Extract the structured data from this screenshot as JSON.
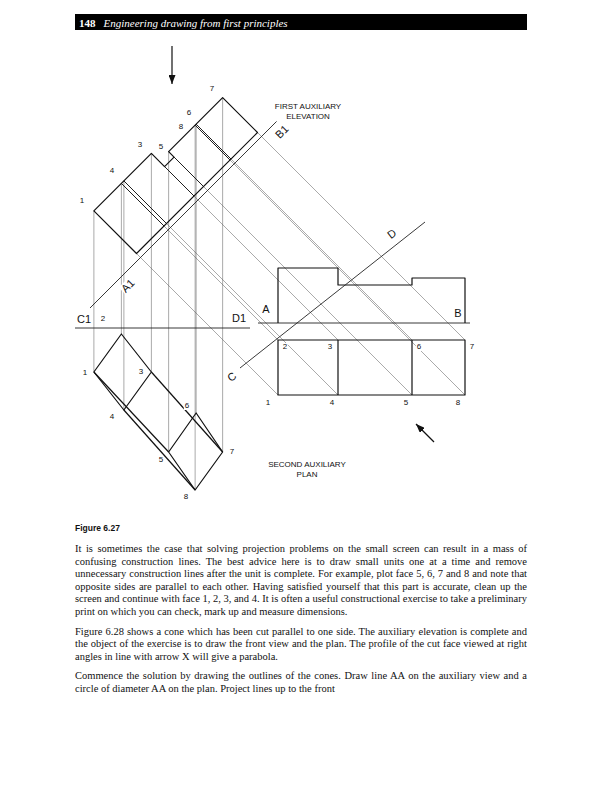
{
  "diagram": {
    "caption": "Figure 6.27",
    "labels": [
      "148",
      "Engineering drawing from first principles",
      "7",
      "6",
      "8",
      "3",
      "5",
      "4",
      "1",
      "FIRST AUXILIARY ELEVATION",
      "B1",
      "D",
      "A1",
      "A",
      "B",
      "C1",
      "2",
      "D1",
      "2",
      "3",
      "6",
      "7",
      "C",
      "1",
      "4",
      "5",
      "8",
      "1",
      "3",
      "4",
      "6",
      "7",
      "5",
      "8",
      "SECOND AUXILIARY PLAN",
      "It is sometimes the case that solving projection problems on the small screen can result in a mass of confusing construction lines. The best advice here is to draw small units one at a time and remove unnecessary construction lines after the unit is complete. For example, plot face 5, 6, 7 and 8 and note that opposite sides are parallel to each other. Having satisfied yourself that this part is accurate, clean up the screen and continue with face 1, 2, 3, and 4. It is often a useful constructional exercise to take a preliminary print on which you can check, mark up and measure dimensions.",
      "Figure 6.28 shows a cone which has been cut parallel to one side. The auxiliary elevation is complete and the object of the exercise is to draw the front view and the plan. The profile of the cut face viewed at right angles in line with arrow X will give a parabola.",
      "Commence the solution by drawing the outlines of the cones. Draw line AA on the auxiliary view and a circle of diameter AA on the plan. Project lines up to the front"
    ]
  }
}
